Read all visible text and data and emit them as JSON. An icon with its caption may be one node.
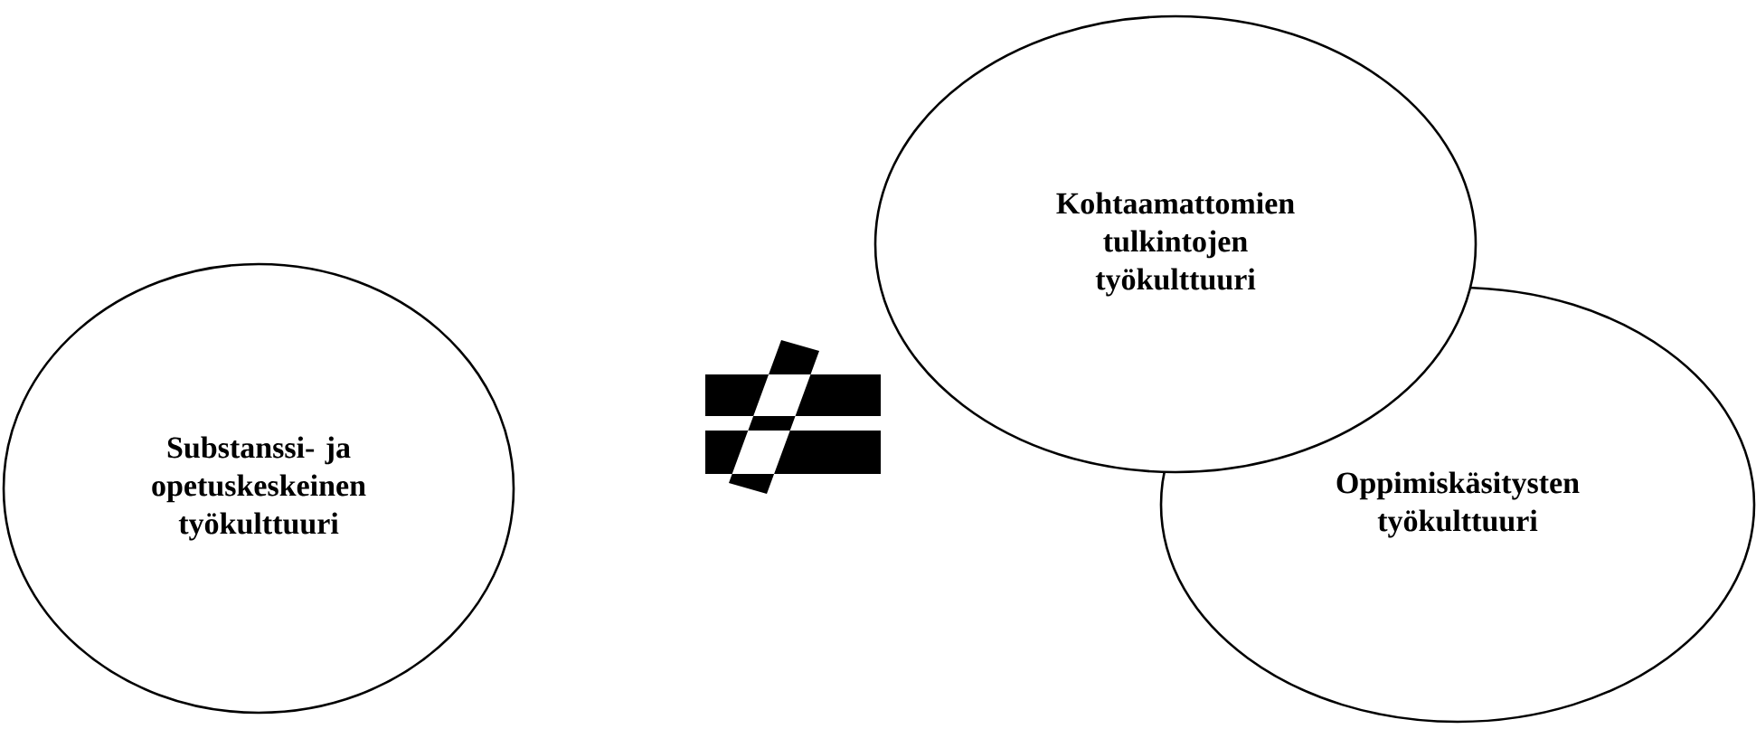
{
  "diagram": {
    "nodes": [
      {
        "text": [
          "Substanssi- ja opetuskeskeinen työkulttuuri"
        ]
      },
      {
        "text": [
          "Kohtaamattomien tulkintojen työkulttuuri"
        ]
      },
      {
        "text": [
          "Oppimiskäsitysten työkulttuuri"
        ]
      }
    ]
  }
}
